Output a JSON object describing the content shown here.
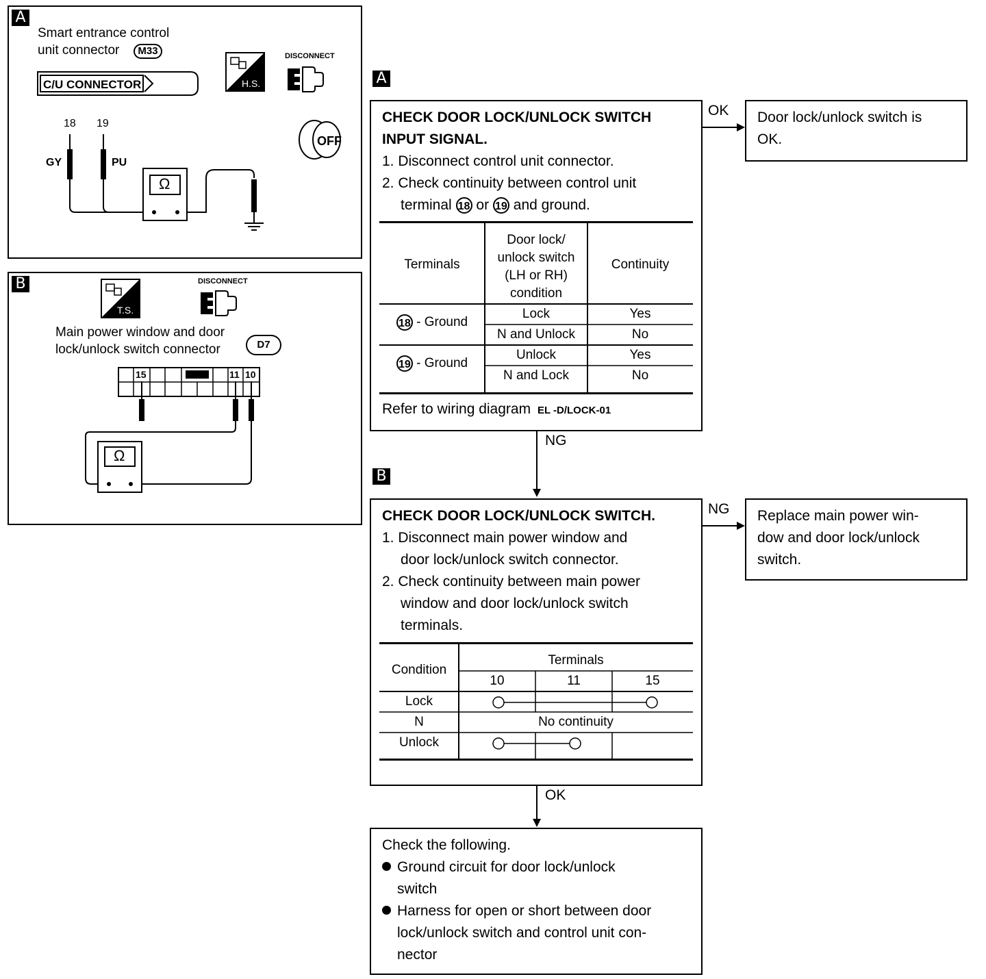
{
  "panel_a": {
    "tag": "A",
    "title_line1": "Smart entrance control",
    "title_line2": "unit connector",
    "connector_badge": "M33",
    "cu_connector_label": "C/U CONNECTOR",
    "hs_label": "H.S.",
    "disconnect_label": "DISCONNECT",
    "off_label": "OFF",
    "terminal_18": "18",
    "terminal_19": "19",
    "wire_gy": "GY",
    "wire_pu": "PU",
    "ohm": "Ω"
  },
  "panel_b": {
    "tag": "B",
    "ts_label": "T.S.",
    "disconnect_label": "DISCONNECT",
    "title_line1": "Main power window and door",
    "title_line2": "lock/unlock switch connector",
    "connector_badge": "D7",
    "pin_15": "15",
    "pin_11": "11",
    "pin_10": "10",
    "ohm": "Ω"
  },
  "step_a": {
    "tag": "A",
    "heading_line1": "CHECK DOOR LOCK/UNLOCK SWITCH",
    "heading_line2": "INPUT SIGNAL.",
    "step1": "1. Disconnect control unit connector.",
    "step2_line1": "2. Check continuity between control unit",
    "step2_pre": "terminal",
    "step2_num1": "18",
    "step2_or": "or",
    "step2_num2": "19",
    "step2_post": "and ground.",
    "table": {
      "col1": "Terminals",
      "col2_l1": "Door lock/",
      "col2_l2": "unlock switch",
      "col2_l3": "(LH or RH)",
      "col2_l4": "condition",
      "col3": "Continuity",
      "row1_term_num": "18",
      "row1_term_text": "- Ground",
      "row1a_cond": "Lock",
      "row1a_cont": "Yes",
      "row1b_cond": "N and Unlock",
      "row1b_cont": "No",
      "row2_term_num": "19",
      "row2_term_text": "- Ground",
      "row2a_cond": "Unlock",
      "row2a_cont": "Yes",
      "row2b_cond": "N and Lock",
      "row2b_cont": "No"
    },
    "refer_text": "Refer to wiring diagram",
    "refer_code": "EL -D/LOCK-01"
  },
  "ok_a": {
    "arrow_label": "OK",
    "result_line1": "Door lock/unlock switch is",
    "result_line2": "OK."
  },
  "ng_a_label": "NG",
  "step_b": {
    "tag": "B",
    "heading": "CHECK DOOR LOCK/UNLOCK SWITCH.",
    "step1_line1": "1. Disconnect main power window and",
    "step1_line2": "door lock/unlock switch connector.",
    "step2_line1": "2. Check continuity between main power",
    "step2_line2": "window and door lock/unlock switch",
    "step2_line3": "terminals.",
    "table": {
      "condition": "Condition",
      "terminals": "Terminals",
      "t10": "10",
      "t11": "11",
      "t15": "15",
      "row_lock": "Lock",
      "row_n": "N",
      "no_continuity": "No continuity",
      "row_unlock": "Unlock"
    }
  },
  "ng_b": {
    "arrow_label": "NG",
    "result_line1": "Replace main power win-",
    "result_line2": "dow and door lock/unlock",
    "result_line3": "switch."
  },
  "ok_b_label": "OK",
  "final": {
    "line1": "Check the following.",
    "bullet1_line1": "Ground circuit for door lock/unlock",
    "bullet1_line2": "switch",
    "bullet2_line1": "Harness for open or short between door",
    "bullet2_line2": "lock/unlock switch and control unit con-",
    "bullet2_line3": "nector"
  }
}
